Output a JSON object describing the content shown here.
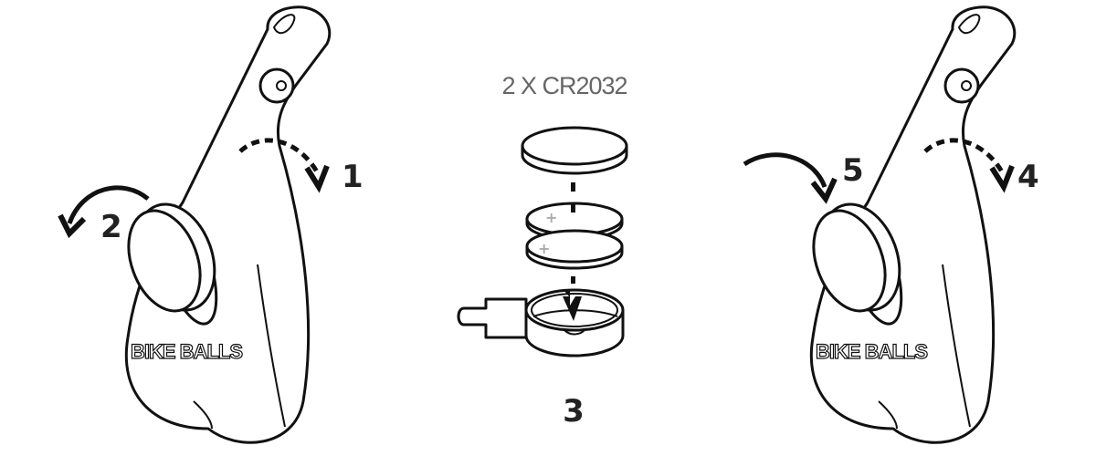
{
  "battery_label": "2 X CR2032",
  "brand_text": "BIKE BALLS",
  "steps": [
    "1",
    "2",
    "3",
    "4",
    "5"
  ],
  "colors": {
    "line": "#111111",
    "label_gray": "#666666",
    "plus_gray": "#aaaaaa"
  }
}
